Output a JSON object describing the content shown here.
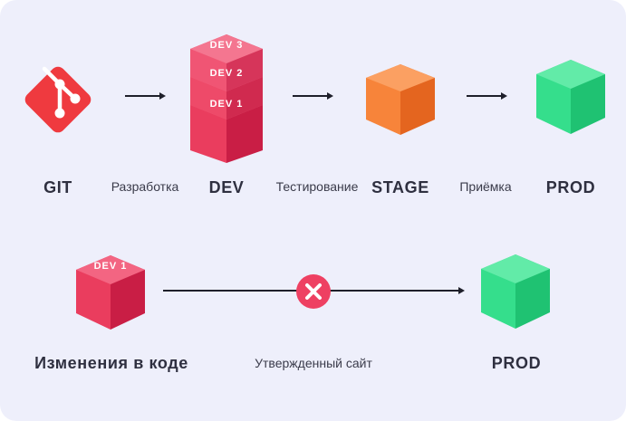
{
  "colors": {
    "background": "#eeeffb",
    "git": "#ef3a3f",
    "dev_red": "#ea3d5e",
    "stage_orange": "#f37a2f",
    "prod_green": "#2ed987",
    "cancel": "#ee4062",
    "text": "#2f3040"
  },
  "icons": {
    "git": "git-logo-icon",
    "arrow": "arrow-right-icon",
    "cancel": "x-circle-icon"
  },
  "pipeline": {
    "git_label": "GIT",
    "dev_label": "DEV",
    "stage_label": "STAGE",
    "prod_label": "PROD",
    "dev_layers": [
      "DEV 3",
      "DEV 2",
      "DEV 1"
    ],
    "transitions": [
      "Разработка",
      "Тестирование",
      "Приёмка"
    ]
  },
  "shortcut": {
    "source_cube_label": "DEV 1",
    "source_label": "Изменения в коде",
    "path_label": "Утвержденный сайт",
    "target_label": "PROD"
  }
}
